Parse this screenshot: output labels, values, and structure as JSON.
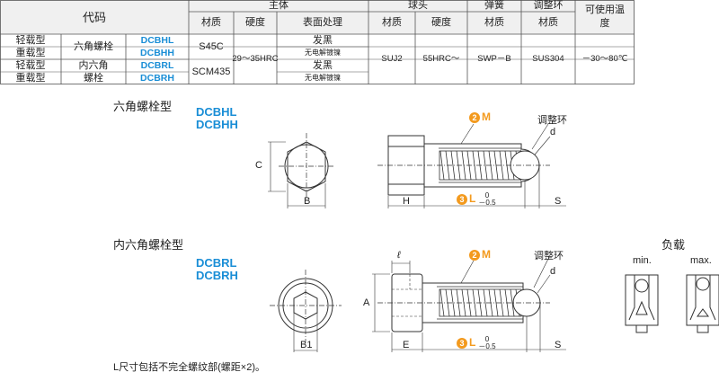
{
  "table": {
    "headers": {
      "code": "代码",
      "body": "主体",
      "ball": "球头",
      "spring": "弹簧",
      "adjust": "调整环",
      "temp": "可使用温度",
      "material": "材质",
      "hardness": "硬度",
      "surface": "表面处理"
    },
    "rows": [
      {
        "type": "轻载型",
        "code": "DCBHL"
      },
      {
        "type": "重载型",
        "code": "DCBHH"
      },
      {
        "type": "轻载型",
        "code": "DCBRL"
      },
      {
        "type": "重载型",
        "code": "DCBRH"
      }
    ],
    "shape_hex": "六角螺栓",
    "shape_socket_1": "内六角",
    "shape_socket_2": "螺栓",
    "body_material_1": "S45C",
    "body_material_2": "SCM435",
    "body_hardness": "29～35HRC",
    "surface_1": "发黑",
    "surface_2": "无电解镀镍",
    "surface_3": "发黑",
    "surface_4": "无电解镀镍",
    "ball_material": "SUJ2",
    "ball_hardness": "55HRC～",
    "spring_material": "SWP－B",
    "adjust_material": "SUS304",
    "temperature": "－30～80℃"
  },
  "section1": {
    "title": "六角螺栓型",
    "codes": [
      "DCBHL",
      "DCBHH"
    ],
    "label_m_num": "2",
    "label_m": "M",
    "adjust_ring": "调整环",
    "d": "d",
    "C": "C",
    "B": "B",
    "H": "H",
    "L_num": "3",
    "L": "L",
    "tol_top": "0",
    "tol_bot": "－0.5",
    "S": "S"
  },
  "section2": {
    "title": "内六角螺栓型",
    "codes": [
      "DCBRL",
      "DCBRH"
    ],
    "label_m_num": "2",
    "label_m": "M",
    "adjust_ring": "调整环",
    "d": "d",
    "l": "ℓ",
    "A": "A",
    "B1": "B1",
    "E": "E",
    "L_num": "3",
    "L": "L",
    "tol_top": "0",
    "tol_bot": "－0.5",
    "S": "S"
  },
  "load": {
    "title": "负载",
    "min": "min.",
    "max": "max."
  },
  "note": "L尺寸包括不完全螺纹部(螺距×2)。",
  "colors": {
    "accent_blue": "#1a8ed6",
    "badge_orange": "#f39a1e",
    "header_bg": "#f0f0f0"
  }
}
